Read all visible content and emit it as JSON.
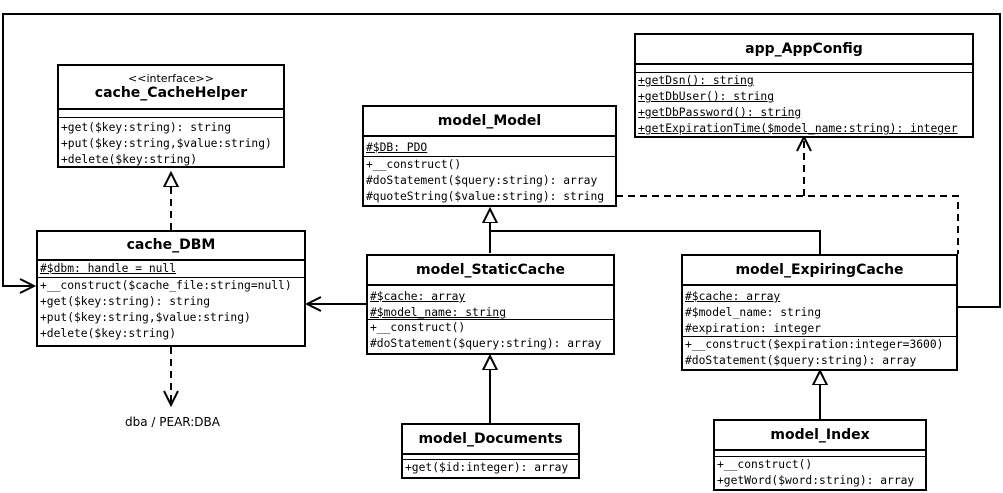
{
  "classes": {
    "cache_helper": {
      "stereotype": "<<interface>>",
      "name": "cache_CacheHelper",
      "attributes": [],
      "operations": [
        "+get($key:string): string",
        "+put($key:string,$value:string)",
        "+delete($key:string)"
      ]
    },
    "cache_dbm": {
      "name": "cache_DBM",
      "attributes": [
        "#$dbm: handle = null"
      ],
      "operations": [
        "+__construct($cache_file:string=null)",
        "+get($key:string): string",
        "+put($key:string,$value:string)",
        "+delete($key:string)"
      ]
    },
    "model_model": {
      "name": "model_Model",
      "attributes": [
        "#$DB: PDO"
      ],
      "operations": [
        "+__construct()",
        "#doStatement($query:string): array",
        "#quoteString($value:string): string"
      ]
    },
    "app_config": {
      "name": "app_AppConfig",
      "attributes": [],
      "operations": [
        "+getDsn(): string",
        "+getDbUser(): string",
        "+getDbPassword(): string",
        "+getExpirationTime($model_name:string): integer"
      ]
    },
    "static_cache": {
      "name": "model_StaticCache",
      "attributes": [
        "#$cache: array",
        "#$model_name: string"
      ],
      "operations": [
        "+__construct()",
        "#doStatement($query:string): array"
      ]
    },
    "expiring_cache": {
      "name": "model_ExpiringCache",
      "attributes": [
        "#$cache: array",
        "#$model_name: string",
        "#expiration: integer"
      ],
      "operations": [
        "+__construct($expiration:integer=3600)",
        "#doStatement($query:string): array"
      ]
    },
    "documents": {
      "name": "model_Documents",
      "attributes": [],
      "operations": [
        "+get($id:integer): array"
      ]
    },
    "index": {
      "name": "model_Index",
      "attributes": [],
      "operations": [
        "+__construct()",
        "+getWord($word:string): array"
      ]
    }
  },
  "notes": {
    "dba": "dba / PEAR:DBA"
  }
}
